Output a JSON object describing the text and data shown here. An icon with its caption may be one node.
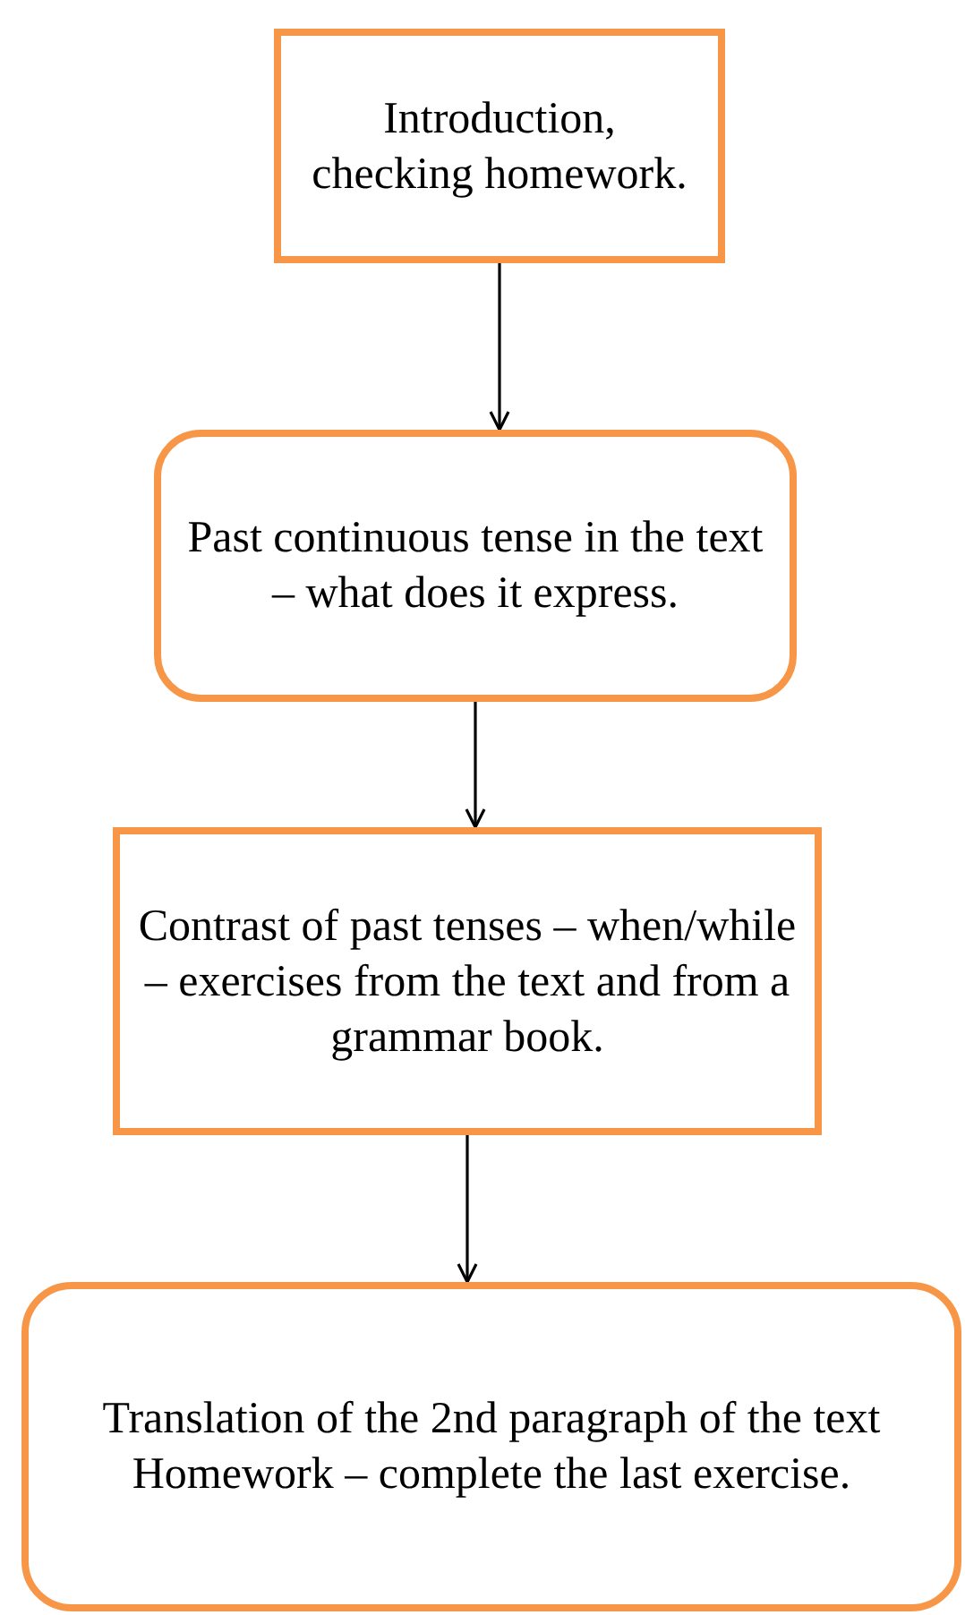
{
  "diagram": {
    "nodes": [
      {
        "text": [
          "Introduction, checking homework."
        ]
      },
      {
        "text": [
          "Past continuous tense in the text – what does it express."
        ]
      },
      {
        "text": [
          "Contrast of past tenses – when/while – exercises from the text and from a grammar book."
        ]
      },
      {
        "text": [
          "Translation of the 2nd paragraph of the text",
          "Homework – complete the last exercise."
        ]
      }
    ],
    "edges": [
      {
        "from": 0,
        "to": 1,
        "arrow": "to"
      },
      {
        "from": 1,
        "to": 2,
        "arrow": "to"
      },
      {
        "from": 2,
        "to": 3,
        "arrow": "to"
      }
    ]
  }
}
